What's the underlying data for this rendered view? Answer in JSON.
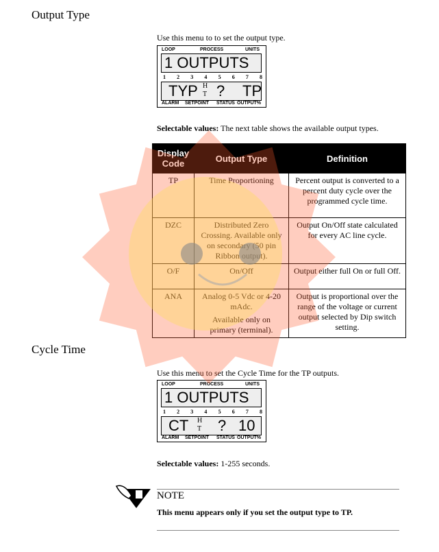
{
  "sections": [
    {
      "title": "Output Type"
    },
    {
      "title": "Cycle Time"
    }
  ],
  "output_type": {
    "intro": "Use this menu to to set the output type.",
    "lcd": {
      "top_labels": [
        "LOOP",
        "PROCESS",
        "UNITS"
      ],
      "line1": "1 OUTPUTS",
      "nums": [
        "1",
        "2",
        "3",
        "4",
        "5",
        "6",
        "7",
        "8"
      ],
      "line2_left": "TYP",
      "ht_h": "H",
      "ht_t": "T",
      "line2_mid": "?",
      "line2_right": "TP",
      "bottom_labels": [
        "ALARM",
        "SETPOINT",
        "STATUS",
        "OUTPUT%"
      ]
    },
    "selectable_label": "Selectable values:",
    "selectable_text": " The next table shows the available output types.",
    "table": {
      "headers": [
        "Display Code",
        "Output Type",
        "Definition"
      ],
      "rows": [
        {
          "code": "TP",
          "type": "Time Proportioning",
          "type2": "",
          "def": "Percent output is converted to a percent duty cycle over the programmed cycle time."
        },
        {
          "code": "DZC",
          "type": "Distributed Zero Crossing. Available only on secondary (50 pin Ribbon output).",
          "type2": "",
          "def": "Output On/Off state calculated for every AC line cycle."
        },
        {
          "code": "O/F",
          "type": "On/Off",
          "type2": "",
          "def": "Output either full On or full Off."
        },
        {
          "code": "ANA",
          "type": "Analog 0-5 Vdc or 4-20 mAdc.",
          "type2": "Available only on primary (terminal).",
          "def": "Output is proportional over the range of the voltage or current output selected by Dip switch setting."
        }
      ]
    }
  },
  "cycle_time": {
    "intro": "Use this menu to set the Cycle Time for the TP outputs.",
    "lcd": {
      "top_labels": [
        "LOOP",
        "PROCESS",
        "UNITS"
      ],
      "line1": "1 OUTPUTS",
      "nums": [
        "1",
        "2",
        "3",
        "4",
        "5",
        "6",
        "7",
        "8"
      ],
      "line2_left": "CT",
      "ht_h": "H",
      "ht_t": "T",
      "line2_mid": "?",
      "line2_right": "10",
      "bottom_labels": [
        "ALARM",
        "SETPOINT",
        "STATUS",
        "OUTPUT%"
      ]
    },
    "selectable_label": "Selectable values:",
    "selectable_text": " 1-255 seconds."
  },
  "note": {
    "title": "NOTE",
    "text": "This menu appears only if you set the output type to TP."
  }
}
